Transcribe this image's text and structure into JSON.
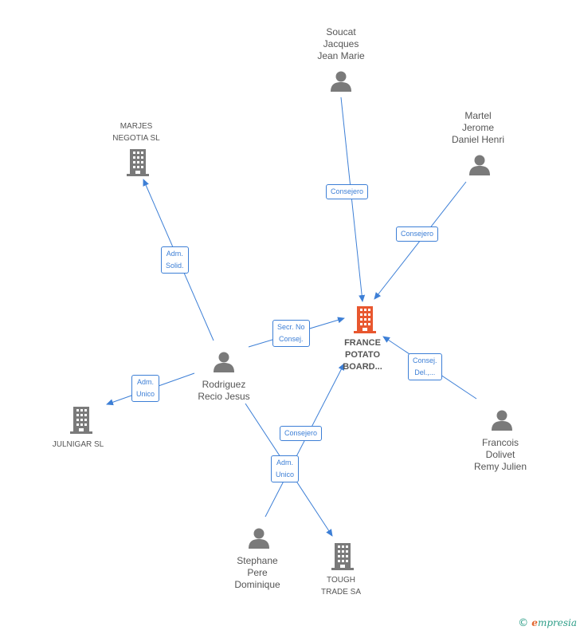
{
  "colors": {
    "edge": "#3d7fd6",
    "person": "#7a7a7a",
    "company": "#7a7a7a",
    "focus": "#e8572f"
  },
  "nodes": {
    "france": {
      "lines": [
        "FRANCE",
        "POTATO",
        "BOARD..."
      ],
      "icon": "building-icon"
    },
    "soucat": {
      "lines": [
        "Soucat",
        "Jacques",
        "Jean Marie"
      ],
      "icon": "person-icon"
    },
    "martel": {
      "lines": [
        "Martel",
        "Jerome",
        "Daniel Henri"
      ],
      "icon": "person-icon"
    },
    "marjes": {
      "lines": [
        "MARJES",
        "NEGOTIA SL"
      ],
      "icon": "building-icon"
    },
    "rodriguez": {
      "lines": [
        "Rodriguez",
        "Recio Jesus"
      ],
      "icon": "person-icon"
    },
    "julnigar": {
      "lines": [
        "JULNIGAR SL"
      ],
      "icon": "building-icon"
    },
    "francois": {
      "lines": [
        "Francois",
        "Dolivet",
        "Remy Julien"
      ],
      "icon": "person-icon"
    },
    "stephane": {
      "lines": [
        "Stephane",
        "Pere",
        "Dominique"
      ],
      "icon": "person-icon"
    },
    "tough": {
      "lines": [
        "TOUGH",
        "TRADE SA"
      ],
      "icon": "building-icon"
    }
  },
  "edges": {
    "soucat_france": [
      "Consejero"
    ],
    "martel_france": [
      "Consejero"
    ],
    "rodriguez_marjes": [
      "Adm.",
      "Solid."
    ],
    "rodriguez_france": [
      "Secr.  No",
      "Consej."
    ],
    "francois_france": [
      "Consej.",
      "Del.,..."
    ],
    "rodriguez_julnigar": [
      "Adm.",
      "Unico"
    ],
    "stephane_france": [
      "Consejero"
    ],
    "stephane_tough": [
      "Adm.",
      "Unico"
    ]
  },
  "brand": {
    "copyright": "©",
    "e": "e",
    "rest": "mpresia"
  }
}
